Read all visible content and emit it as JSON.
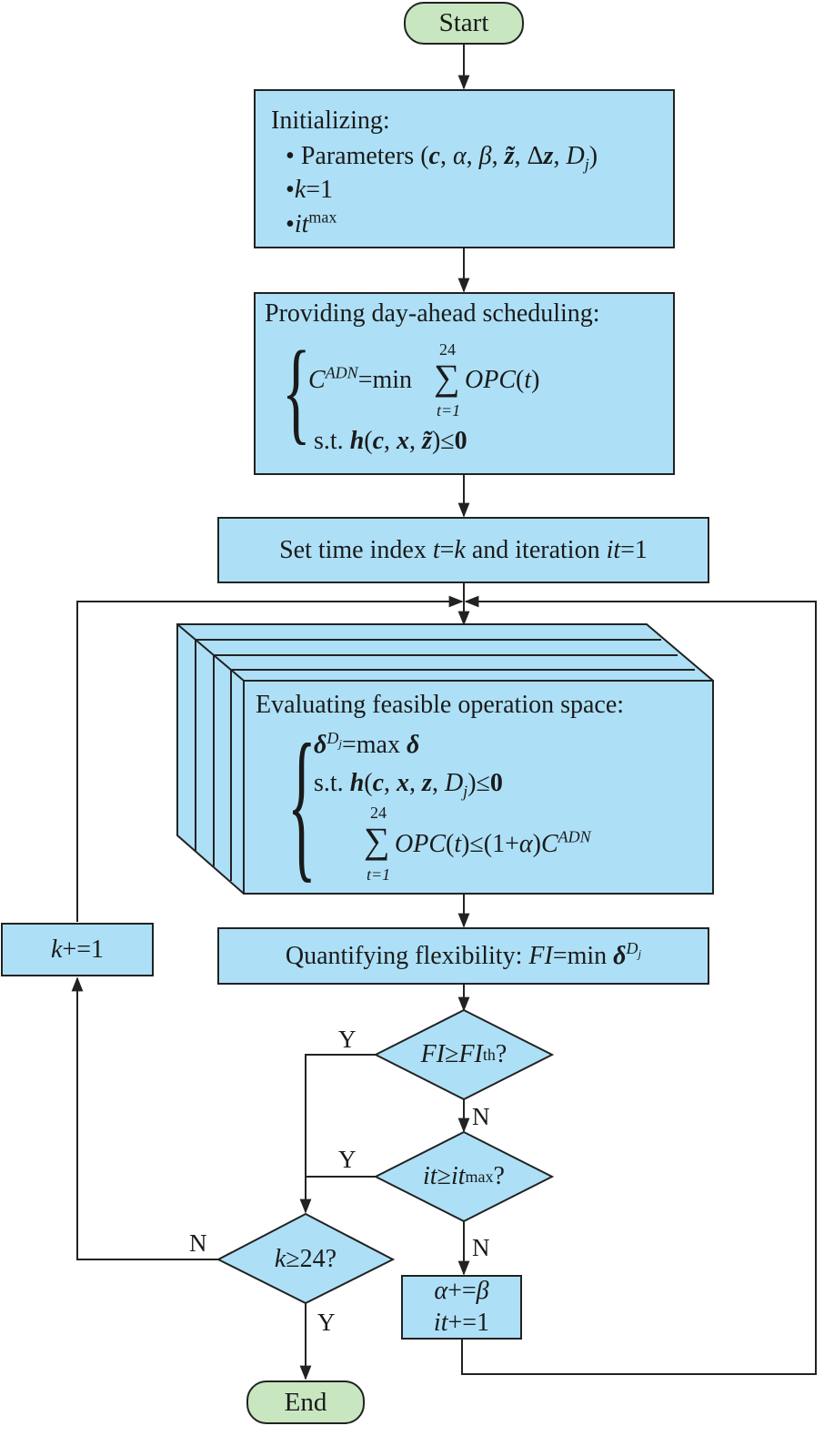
{
  "start": "Start",
  "end": "End",
  "init": {
    "title": "Initializing:",
    "bullet": "•",
    "item1_prefix": "Parameters (",
    "item1_c": "c",
    "item1_sep1": ", ",
    "item1_alpha": "α",
    "item1_sep2": ", ",
    "item1_beta": "β",
    "item1_sep3": ", ",
    "item1_z": "z̃",
    "item1_sep4": ", Δ",
    "item1_dz": "z",
    "item1_sep5": ", ",
    "item1_D": "D",
    "item1_j": "j",
    "item1_close": ")",
    "item2_k": "k",
    "item2_rest": "=1",
    "item3_it": "it",
    "item3_max": "max"
  },
  "dayahead": {
    "title": "Providing day-ahead scheduling:",
    "C": "C",
    "ADN": "ADN",
    "eq": "=min",
    "sigma": "∑",
    "upper": "24",
    "lower": "t=1",
    "OPC": "OPC",
    "t_open": "(",
    "t_var": "t",
    "t_close": ")",
    "st": "s.t. ",
    "h": "h",
    "h_open": "(",
    "c": "c",
    "comma1": ", ",
    "x": "x",
    "comma2": ", ",
    "z": "z̃",
    "h_close": ")≤",
    "zero": "0"
  },
  "settime": {
    "pre": "Set time index ",
    "t": "t",
    "eq": "=",
    "k": "k",
    "mid": " and iteration ",
    "it": "it",
    "rest": "=1"
  },
  "evaluate": {
    "title": "Evaluating feasible operation space:",
    "delta": "δ",
    "Dj_D": "D",
    "Dj_j": "j",
    "eq": "=max ",
    "delta2": "δ",
    "st": "s.t.  ",
    "h": "h",
    "h_open": "(",
    "c": "c",
    "comma1": ", ",
    "x": "x",
    "comma2": ", ",
    "z": "z",
    "comma3": ", ",
    "D": "D",
    "j": "j",
    "h_close": ")≤",
    "zero": "0",
    "sigma": "∑",
    "upper": "24",
    "lower": "t=1",
    "OPC": "OPC",
    "t_open": "(",
    "t_var": "t",
    "t_close": ")≤(1+",
    "alpha": "α",
    "close2": ")",
    "C": "C",
    "ADN": "ADN"
  },
  "quantify": {
    "pre": "Quantifying flexibility: ",
    "FI": "FI",
    "eq": "=min ",
    "delta": "δ",
    "D": "D",
    "j": "j"
  },
  "decision1": {
    "FI": "FI",
    "ge": " ≥",
    "FI2": "FI",
    "th": "th",
    "q": "?"
  },
  "decision2": {
    "it": "it",
    "ge": " ≥ ",
    "it2": "it",
    "max": "max",
    "q": "?"
  },
  "decision3": {
    "k": "k",
    "rest": "≥24?"
  },
  "kinc": {
    "k": "k",
    "rest": "+=1"
  },
  "update": {
    "alpha": "α",
    "line1": "+=",
    "beta": "β",
    "it": "it",
    "line2": "+=1"
  },
  "labels": {
    "Y": "Y",
    "N": "N"
  },
  "colors": {
    "box": "#ade0f7",
    "terminal": "#c8e6c0",
    "line": "#222222"
  }
}
